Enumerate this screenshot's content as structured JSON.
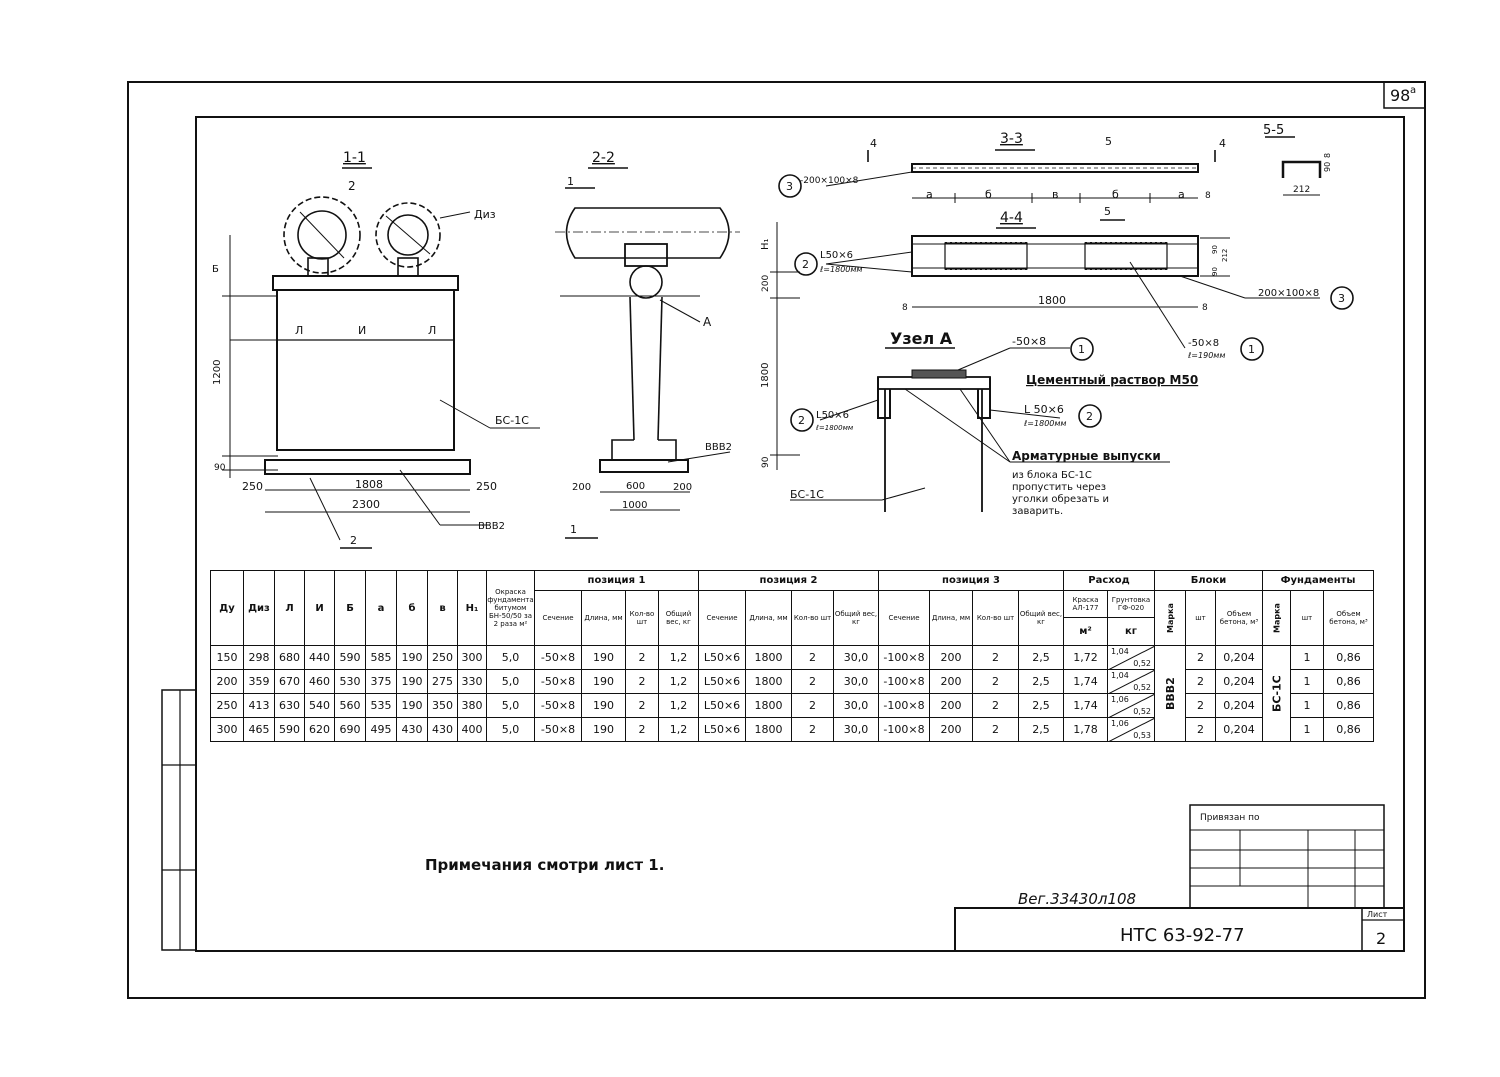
{
  "sheet": {
    "corner_number": "98",
    "corner_suffix": "а",
    "sheet_code": "НТС 63-92-77",
    "sheet_label": "Лист",
    "sheet_number": "2",
    "binding_label": "Привязан по",
    "archive_stamp": "Вег.33430л108",
    "notes": "Примечания смотри лист 1."
  },
  "section_11": {
    "title": "1-1",
    "cut_mark": "2",
    "cut_mark_bottom": "2",
    "label_diz": "Диз",
    "label_bs": "БС-1С",
    "label_footing": "ВВВ2",
    "dim_b": "Б",
    "dim_l_left": "Л",
    "dim_i": "И",
    "dim_l_right": "Л",
    "dim_1200": "1200",
    "dim_90": "90",
    "dim_250_left": "250",
    "dim_1808": "1808",
    "dim_250_right": "250",
    "dim_2300": "2300"
  },
  "section_22": {
    "title": "2-2",
    "cut_mark": "1",
    "cut_mark_bottom": "1",
    "label_a": "А",
    "label_footing": "ВВВ2",
    "dim_h1": "Н₁",
    "dim_200v": "200",
    "dim_1800": "1800",
    "dim_90": "90",
    "dim_200_left": "200",
    "dim_600": "600",
    "dim_200_right": "200",
    "dim_1000": "1000"
  },
  "section_33": {
    "title": "3-3",
    "cut_4_left": "4",
    "cut_4_right": "4",
    "cut_5": "5",
    "pos3_label": "-200×100×8",
    "pos3_num": "3",
    "dim_a1": "a",
    "dim_b1": "б",
    "dim_v": "в",
    "dim_b2": "б",
    "dim_a2": "a",
    "dim_8": "8"
  },
  "section_44": {
    "title": "4-4",
    "cut_5": "5",
    "pos2_label": "L50×6",
    "pos2_len": "ℓ=1800мм",
    "pos2_num": "2",
    "dim_1800": "1800",
    "dim_8l": "8",
    "dim_8r": "8",
    "pos3_right": "200×100×8",
    "pos3_num": "3",
    "pos1_label": "-50×8",
    "pos1_len": "ℓ=190мм",
    "pos1_num": "1",
    "dim_90": "90",
    "dim_212": "212",
    "dim_90b": "90"
  },
  "section_55": {
    "title": "5-5",
    "dim_212": "212",
    "dim_90": "90",
    "dim_8": "8"
  },
  "node_a": {
    "title": "Узел А",
    "pos1_label": "-50×8",
    "pos1_num": "1",
    "mortar": "Цементный раствор М50",
    "pos2_left_label": "L50×6",
    "pos2_left_len": "ℓ=1800мм",
    "pos2_left_num": "2",
    "pos2_right_label": "L 50×6",
    "pos2_right_len": "ℓ=1800мм",
    "pos2_right_num": "2",
    "rebar_title": "Арматурные выпуски",
    "rebar_note_1": "из блока БС-1С",
    "rebar_note_2": "пропустить через",
    "rebar_note_3": "уголки обрезать и",
    "rebar_note_4": "заварить.",
    "label_bs": "БС-1С"
  },
  "table": {
    "headers": {
      "dy": "Ду",
      "diz": "Диз",
      "l": "Л",
      "i": "И",
      "b": "Б",
      "a": "а",
      "bb": "б",
      "v": "в",
      "h1": "Н₁",
      "coating": "Окраска фундамента битумом БН-50/50 за 2 раза м²",
      "pos1": "позиция 1",
      "pos2": "позиция 2",
      "pos3": "позиция 3",
      "expense": "Расход",
      "blocks": "Блоки",
      "foundations": "Фундаменты",
      "section": "Сечение",
      "length": "Длина, мм",
      "qty": "Кол-во шт",
      "weight": "Общий вес, кг",
      "paint": "Краска АЛ-177",
      "primer": "Грунтовка ГФ-020",
      "m2": "м²",
      "kg": "кг",
      "mark": "Марка",
      "pcs": "шт",
      "concrete": "Объем бетона, м³"
    },
    "block_mark": "ВВВ2",
    "foundation_mark": "БС-1С",
    "rows": [
      {
        "dy": "150",
        "diz": "298",
        "l": "680",
        "i": "440",
        "b": "590",
        "a": "585",
        "bb": "190",
        "v": "250",
        "h1": "300",
        "coat": "5,0",
        "p1s": "-50×8",
        "p1l": "190",
        "p1q": "2",
        "p1w": "1,2",
        "p2s": "L50×6",
        "p2l": "1800",
        "p2q": "2",
        "p2w": "30,0",
        "p3s": "-100×8",
        "p3l": "200",
        "p3q": "2",
        "p3w": "2,5",
        "paint": "1,72",
        "pr_a": "1,04",
        "pr_b": "0,52",
        "bq": "2",
        "bv": "0,204",
        "fq": "1",
        "fv": "0,86"
      },
      {
        "dy": "200",
        "diz": "359",
        "l": "670",
        "i": "460",
        "b": "530",
        "a": "375",
        "bb": "190",
        "v": "275",
        "h1": "330",
        "coat": "5,0",
        "p1s": "-50×8",
        "p1l": "190",
        "p1q": "2",
        "p1w": "1,2",
        "p2s": "L50×6",
        "p2l": "1800",
        "p2q": "2",
        "p2w": "30,0",
        "p3s": "-100×8",
        "p3l": "200",
        "p3q": "2",
        "p3w": "2,5",
        "paint": "1,74",
        "pr_a": "1,04",
        "pr_b": "0,52",
        "bq": "2",
        "bv": "0,204",
        "fq": "1",
        "fv": "0,86"
      },
      {
        "dy": "250",
        "diz": "413",
        "l": "630",
        "i": "540",
        "b": "560",
        "a": "535",
        "bb": "190",
        "v": "350",
        "h1": "380",
        "coat": "5,0",
        "p1s": "-50×8",
        "p1l": "190",
        "p1q": "2",
        "p1w": "1,2",
        "p2s": "L50×6",
        "p2l": "1800",
        "p2q": "2",
        "p2w": "30,0",
        "p3s": "-100×8",
        "p3l": "200",
        "p3q": "2",
        "p3w": "2,5",
        "paint": "1,74",
        "pr_a": "1,06",
        "pr_b": "0,52",
        "bq": "2",
        "bv": "0,204",
        "fq": "1",
        "fv": "0,86"
      },
      {
        "dy": "300",
        "diz": "465",
        "l": "590",
        "i": "620",
        "b": "690",
        "a": "495",
        "bb": "430",
        "v": "430",
        "h1": "400",
        "coat": "5,0",
        "p1s": "-50×8",
        "p1l": "190",
        "p1q": "2",
        "p1w": "1,2",
        "p2s": "L50×6",
        "p2l": "1800",
        "p2q": "2",
        "p2w": "30,0",
        "p3s": "-100×8",
        "p3l": "200",
        "p3q": "2",
        "p3w": "2,5",
        "paint": "1,78",
        "pr_a": "1,06",
        "pr_b": "0,53",
        "bq": "2",
        "bv": "0,204",
        "fq": "1",
        "fv": "0,86"
      }
    ]
  }
}
